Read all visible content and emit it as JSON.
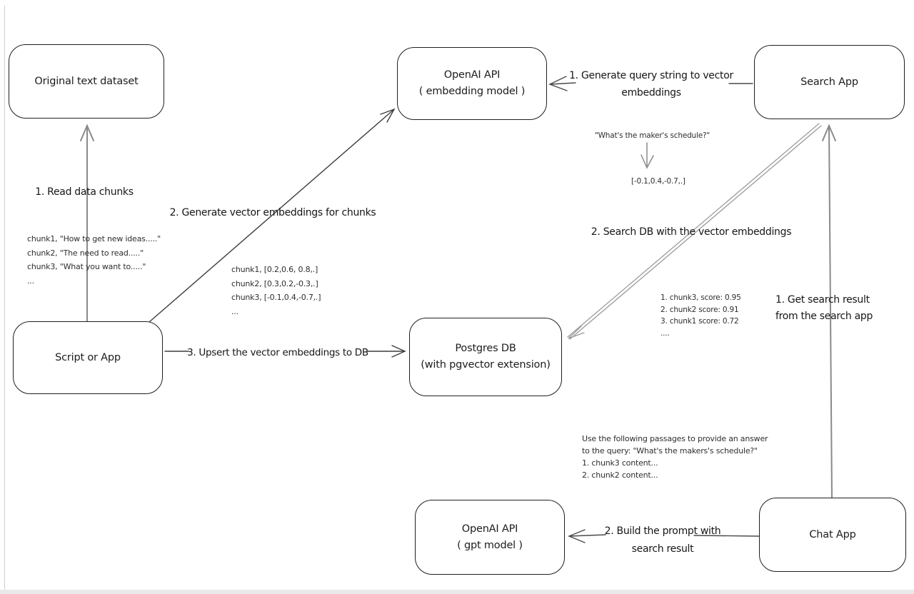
{
  "colors": {
    "box_stroke": "#1f1f1f",
    "dark_arrow": "#3d3d3d",
    "gray_arrow": "#8a8a8a",
    "light_double_arrow": "#9a9a9a",
    "annotation_text": "#2e2e2e",
    "background": "#ffffff"
  },
  "nodes": {
    "original_dataset": {
      "label": "Original text dataset"
    },
    "openai_embedding": {
      "label": "OpenAI API\n( embedding model )"
    },
    "search_app": {
      "label": "Search App"
    },
    "script_or_app": {
      "label": "Script or App"
    },
    "postgres_db": {
      "label": "Postgres DB\n(with pgvector extension)"
    },
    "openai_gpt": {
      "label": "OpenAI API\n( gpt model )"
    },
    "chat_app": {
      "label": "Chat App"
    }
  },
  "edges": {
    "read_chunks": {
      "label": "1. Read data chunks"
    },
    "generate_embeddings": {
      "label": "2. Generate vector embeddings for chunks"
    },
    "upsert_to_db": {
      "label": "3. Upsert the vector embeddings  to DB"
    },
    "query_to_vector": {
      "label": "1. Generate query string to vector\nembeddings"
    },
    "search_db": {
      "label": "2. Search DB with the vector embeddings"
    },
    "get_search_result": {
      "label": "1. Get search result\nfrom the search app"
    },
    "build_prompt": {
      "label": "2. Build the prompt with\nsearch result"
    }
  },
  "annotations": {
    "chunk_texts": "chunk1, \"How to get new ideas.....\"\nchunk2, \"The need to read.....\"\nchunk3, \"What you want to.....\"\n...",
    "chunk_vectors": "chunk1, [0.2,0.6, 0.8,.]\nchunk2, [0.3,0.2,-0.3,.]\nchunk3, [-0.1,0.4,-0.7,.]\n...",
    "query_string": "\"What's the maker's schedule?\"",
    "query_vector": "[-0.1,0.4,-0.7,.]",
    "search_scores": "1. chunk3, score: 0.95\n2. chunk2 score: 0.91\n3. chunk1 score: 0.72\n....",
    "prompt_text": "Use the following passages to provide an answer\nto the query: \"What's the makers's schedule?\"\n1. chunk3 content...\n2. chunk2 content..."
  }
}
